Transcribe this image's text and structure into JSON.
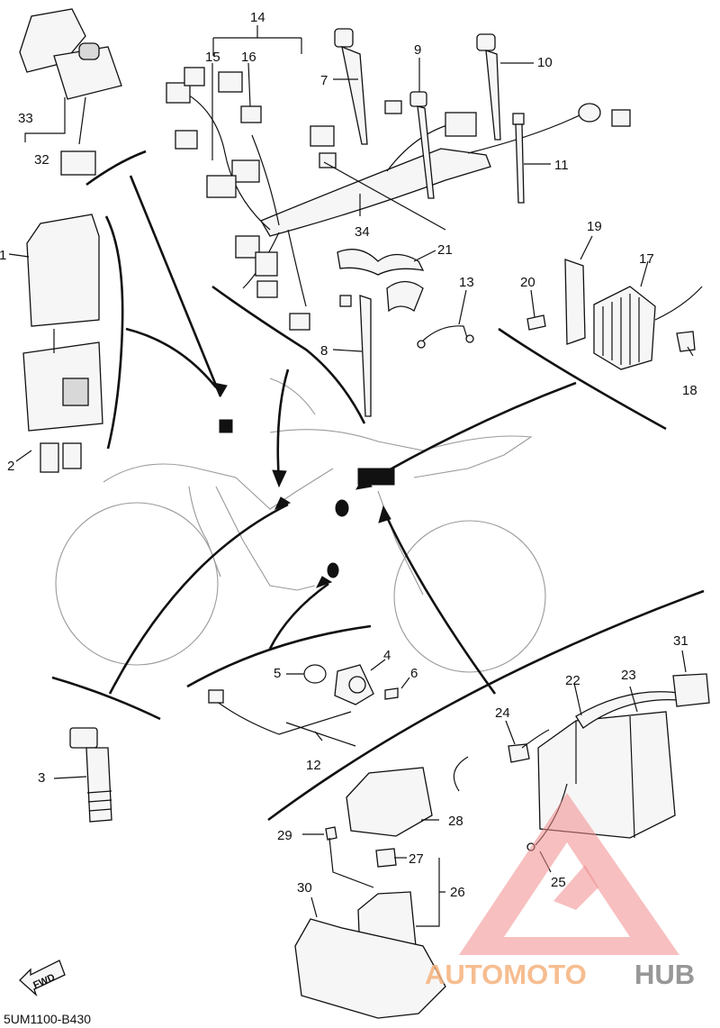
{
  "diagram": {
    "part_code": "5UM1100-B430",
    "fwd_label": "FWD",
    "watermark": {
      "word_a": "AUTOMOTO",
      "word_b": "HUB",
      "color_a": "#f4b27c",
      "color_b": "#8c8c8c",
      "logo_color": "#f08a8a"
    },
    "callouts": [
      "1",
      "2",
      "3",
      "4",
      "5",
      "6",
      "7",
      "8",
      "9",
      "10",
      "11",
      "12",
      "13",
      "14",
      "15",
      "16",
      "17",
      "18",
      "19",
      "20",
      "21",
      "22",
      "23",
      "24",
      "25",
      "26",
      "27",
      "28",
      "29",
      "30",
      "31",
      "32",
      "33",
      "34"
    ]
  }
}
